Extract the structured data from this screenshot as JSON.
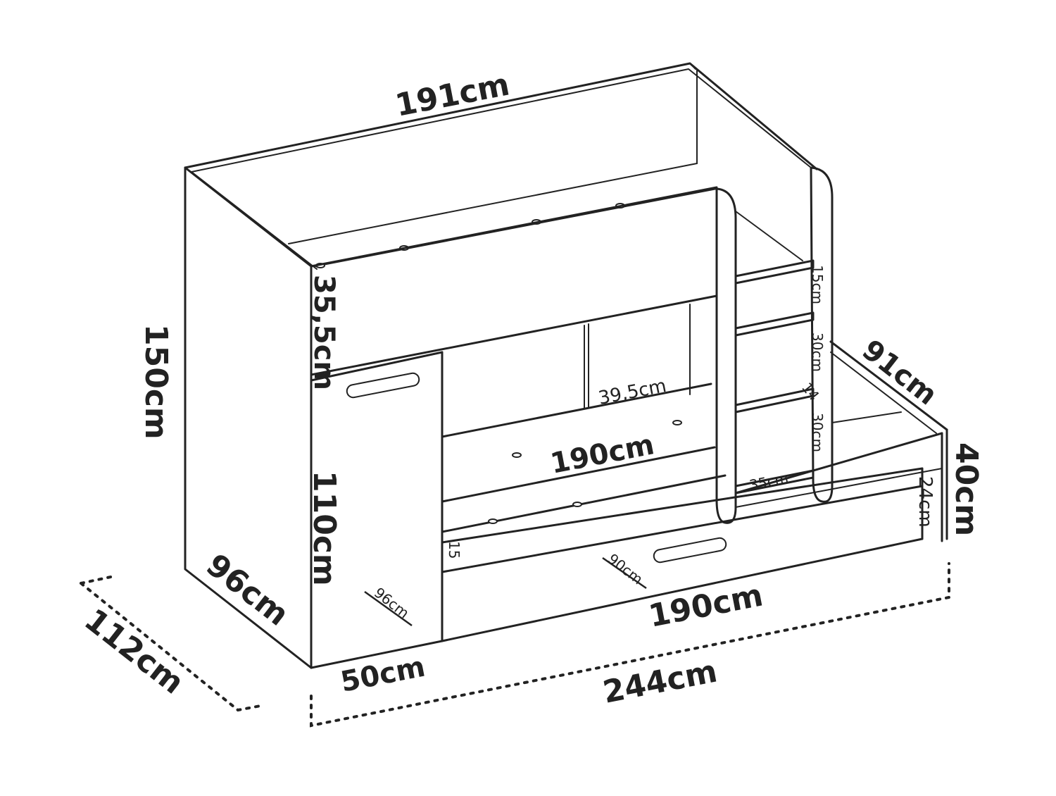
{
  "dimensions": {
    "top_length": "191cm",
    "total_height": "150cm",
    "guard_height": "35,5cm",
    "wardrobe_height": "110cm",
    "bed_depth": "96cm",
    "overall_depth": "112cm",
    "wardrobe_width": "50cm",
    "overall_length": "244cm",
    "lower_bed_length": "190cm",
    "trundle_length": "190cm",
    "opening_width": "39,5cm",
    "trundle_depth": "91cm",
    "trundle_height": "40cm",
    "trundle_drawer_height": "24cm",
    "drawer_depth": "90cm",
    "door_depth": "96cm",
    "ladder_width": "35cm",
    "step_gap_top": "15cm",
    "step_gap_1": "30cm",
    "step_gap_2": "30cm",
    "step_thickness": "14",
    "bed_gap": "15"
  }
}
